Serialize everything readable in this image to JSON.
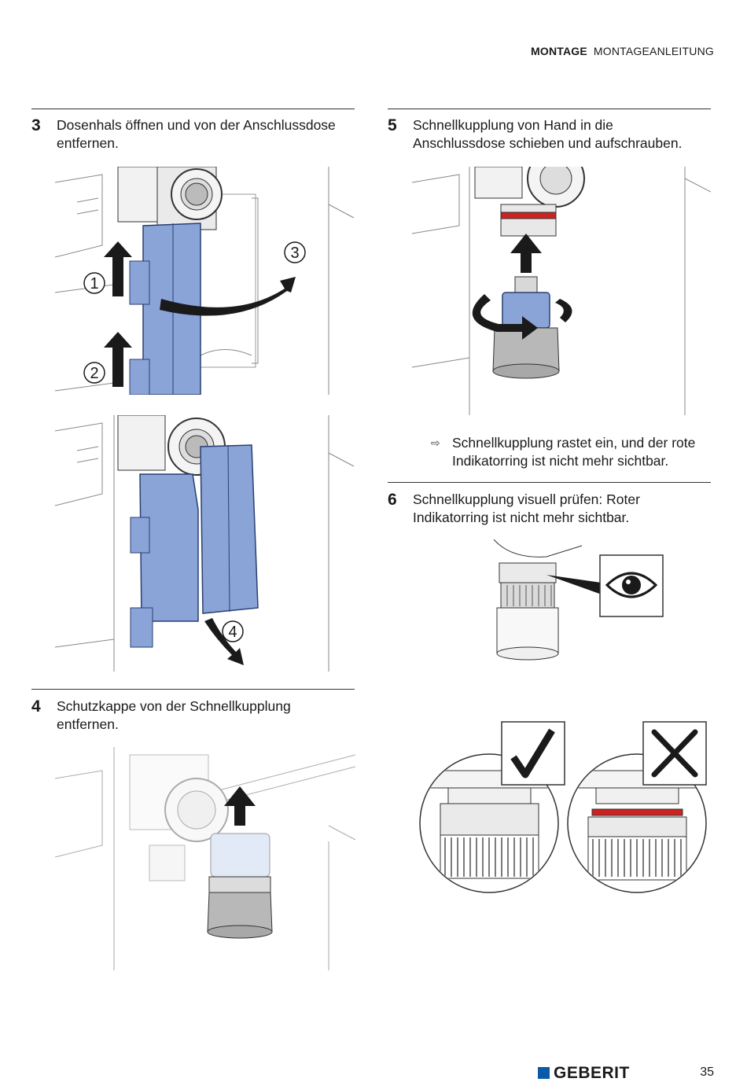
{
  "header": {
    "section": "MONTAGE",
    "subtitle": "MONTAGEANLEITUNG"
  },
  "steps": {
    "s3": {
      "number": "3",
      "line1": "Dosenhals öffnen und von der Anschlussdose",
      "line2": "entfernen."
    },
    "s4": {
      "number": "4",
      "line1": "Schutzkappe von der Schnellkupplung",
      "line2": "entfernen."
    },
    "s5": {
      "number": "5",
      "line1": "Schnellkupplung von Hand in die",
      "line2": "Anschlussdose schieben und aufschrauben."
    },
    "s6": {
      "number": "6",
      "line1": "Schnellkupplung visuell prüfen: Roter",
      "line2": "Indikatorring ist nicht mehr sichtbar."
    }
  },
  "result": {
    "icon": "arrow-right-outline-icon",
    "line1": "Schnellkupplung rastet ein, und der rote",
    "line2": "Indikatorring ist nicht mehr sichtbar."
  },
  "callouts": {
    "c1": "1",
    "c2": "2",
    "c3": "3",
    "c4": "4"
  },
  "footer": {
    "logo": "GEBERIT",
    "page": "35"
  },
  "colors": {
    "part_blue": "#8aa4d8",
    "indicator_red": "#cc2222",
    "logo_blue": "#0a5aa8",
    "arrow": "#1a1a1a"
  }
}
